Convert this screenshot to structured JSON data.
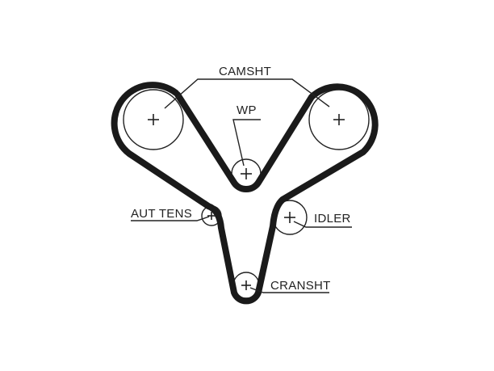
{
  "labels": {
    "camshaft": "CAMSHT",
    "water_pump": "WP",
    "auto_tensioner": "AUT TENS",
    "idler": "IDLER",
    "crankshaft": "CRANSHT"
  },
  "colors": {
    "belt": "#1a1a1a",
    "line": "#222222",
    "background": "#ffffff"
  }
}
